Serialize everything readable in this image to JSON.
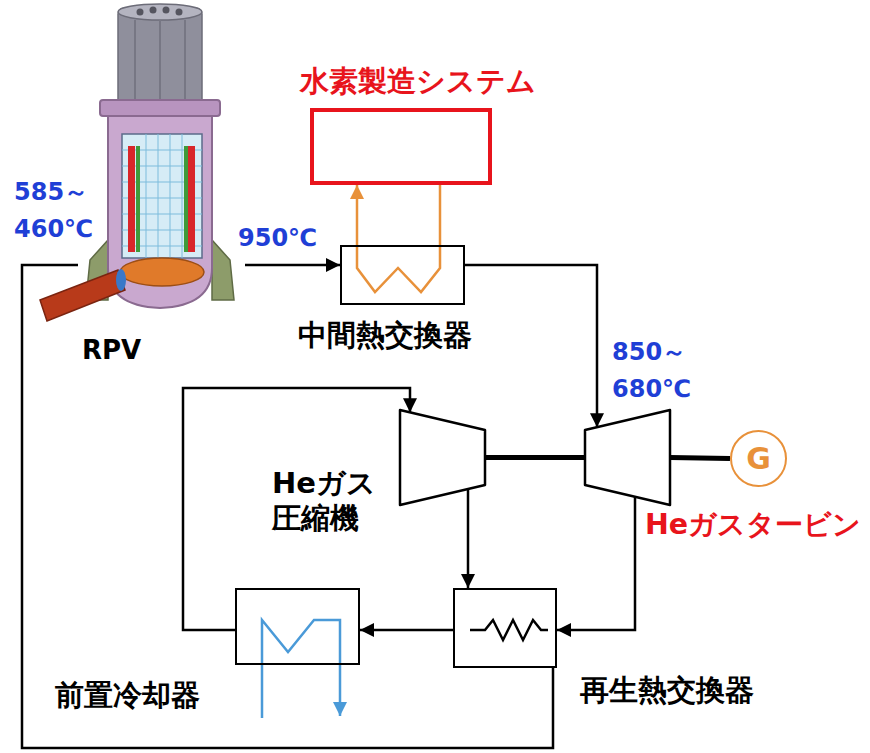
{
  "diagram": {
    "nodes": [
      {
        "text": [
          "RPV"
        ]
      },
      {
        "text": [
          "水素製造システム"
        ]
      },
      {
        "text": [
          "中間熱交換器"
        ]
      },
      {
        "text": [
          "Heガス 圧縮機"
        ]
      },
      {
        "text": [
          "Heガスタービン"
        ]
      },
      {
        "text": [
          "G"
        ]
      },
      {
        "text": [
          "前置冷却器"
        ]
      },
      {
        "text": [
          "再生熱交換器"
        ]
      }
    ],
    "edges": [
      {
        "from": 0,
        "to": 2,
        "arrow": "to",
        "label": "950℃"
      },
      {
        "from": 2,
        "to": 1,
        "arrow": "to"
      },
      {
        "from": 1,
        "to": 2,
        "arrow": "none"
      },
      {
        "from": 2,
        "to": 4,
        "arrow": "to",
        "label": "850～ 680℃"
      },
      {
        "from": 3,
        "to": 4,
        "arrow": "none"
      },
      {
        "from": 4,
        "to": 5,
        "arrow": "none"
      },
      {
        "from": 3,
        "to": 7,
        "arrow": "to"
      },
      {
        "from": 4,
        "to": 7,
        "arrow": "to"
      },
      {
        "from": 7,
        "to": 6,
        "arrow": "to"
      },
      {
        "from": 6,
        "to": 3,
        "arrow": "to"
      },
      {
        "from": 7,
        "to": 0,
        "arrow": "none",
        "label": "585～ 460℃"
      }
    ]
  }
}
